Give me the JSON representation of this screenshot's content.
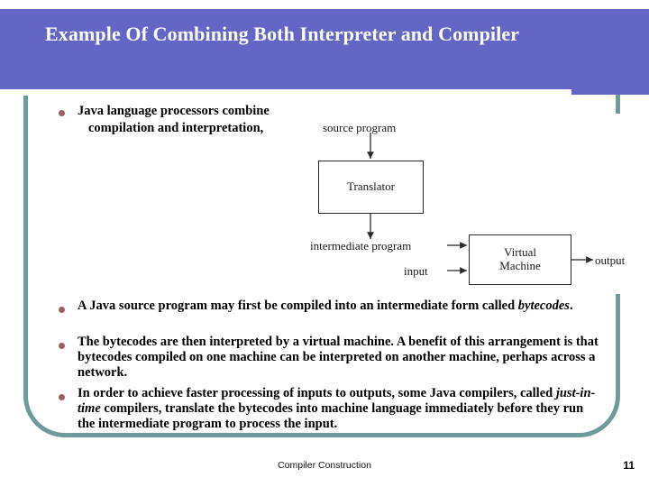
{
  "slide": {
    "title": "Example Of Combining Both Interpreter and Compiler",
    "number": "11",
    "footer": "Compiler Construction",
    "colors": {
      "title_band": "#6366c4",
      "frame_border": "#6f9a9b",
      "bullet": "#9a5f5f",
      "title_text": "#ffffff",
      "body_text": "#000000"
    }
  },
  "intro_bullet": {
    "line1": "Java language processors combine",
    "line2": "compilation and interpretation,"
  },
  "bullets": [
    {
      "text_before": "A Java source program may first be compiled into an intermediate form called ",
      "emphasis": "bytecodes",
      "text_after": "."
    },
    {
      "text_before": "The bytecodes are then interpreted by a virtual machine. A benefit of this arrangement is that bytecodes compiled on one machine can be interpreted on another machine, perhaps across a network.",
      "emphasis": "",
      "text_after": ""
    },
    {
      "text_before": "In order to achieve faster processing of inputs to outputs, some Java compilers, called ",
      "emphasis": "just-in-time",
      "text_after": " compilers, translate the bytecodes into machine language immediately before they run the intermediate program to process the input."
    }
  ],
  "diagram": {
    "type": "flow-diagram",
    "nodes": [
      {
        "id": "translator",
        "label": "Translator",
        "shape": "rectangle"
      },
      {
        "id": "virtual_machine",
        "label_line1": "Virtual",
        "label_line2": "Machine",
        "shape": "rectangle"
      }
    ],
    "labels": {
      "source_program": "source program",
      "intermediate_program": "intermediate program",
      "input": "input",
      "output": "output"
    },
    "edges": [
      {
        "from": "source program",
        "to": "Translator",
        "direction": "down"
      },
      {
        "from": "Translator",
        "to": "intermediate program",
        "direction": "down"
      },
      {
        "from": "intermediate program",
        "to": "Virtual Machine",
        "direction": "right"
      },
      {
        "from": "input",
        "to": "Virtual Machine",
        "direction": "right"
      },
      {
        "from": "Virtual Machine",
        "to": "output",
        "direction": "right"
      }
    ]
  }
}
